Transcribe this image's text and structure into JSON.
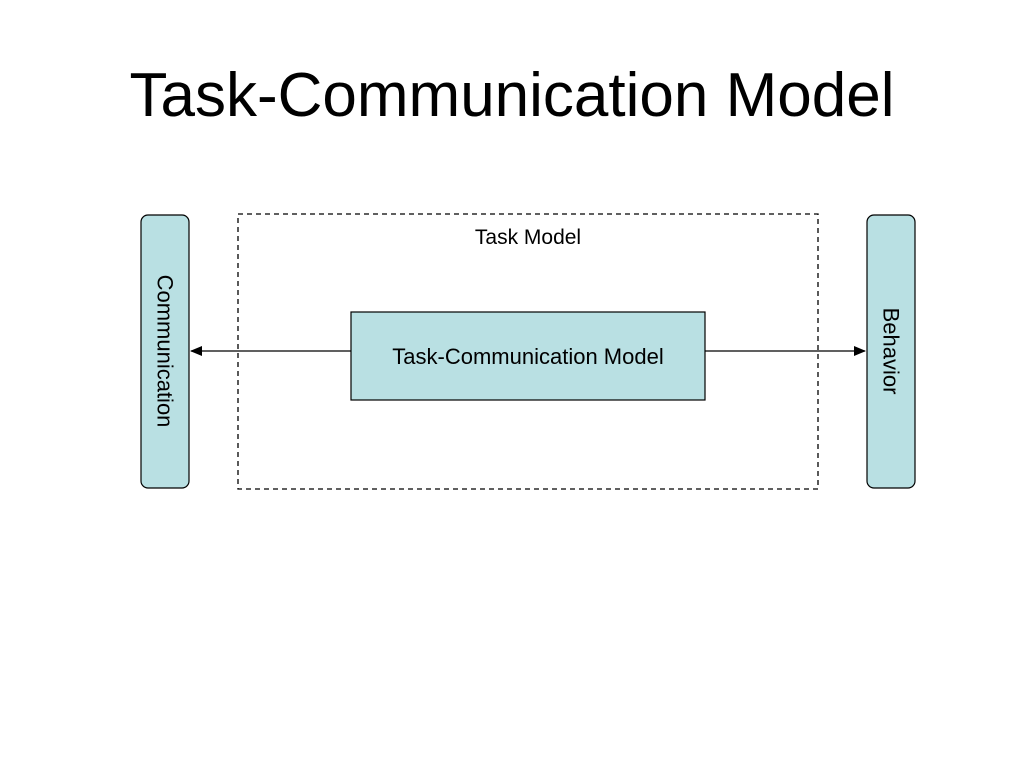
{
  "slide": {
    "title": "Task-Communication Model"
  },
  "diagram": {
    "container_label": "Task Model",
    "center_box_label": "Task-Communication Model",
    "left_box_label": "Communication",
    "right_box_label": "Behavior",
    "colors": {
      "box_fill": "#b9e0e3",
      "stroke": "#000000",
      "background": "#ffffff"
    }
  }
}
